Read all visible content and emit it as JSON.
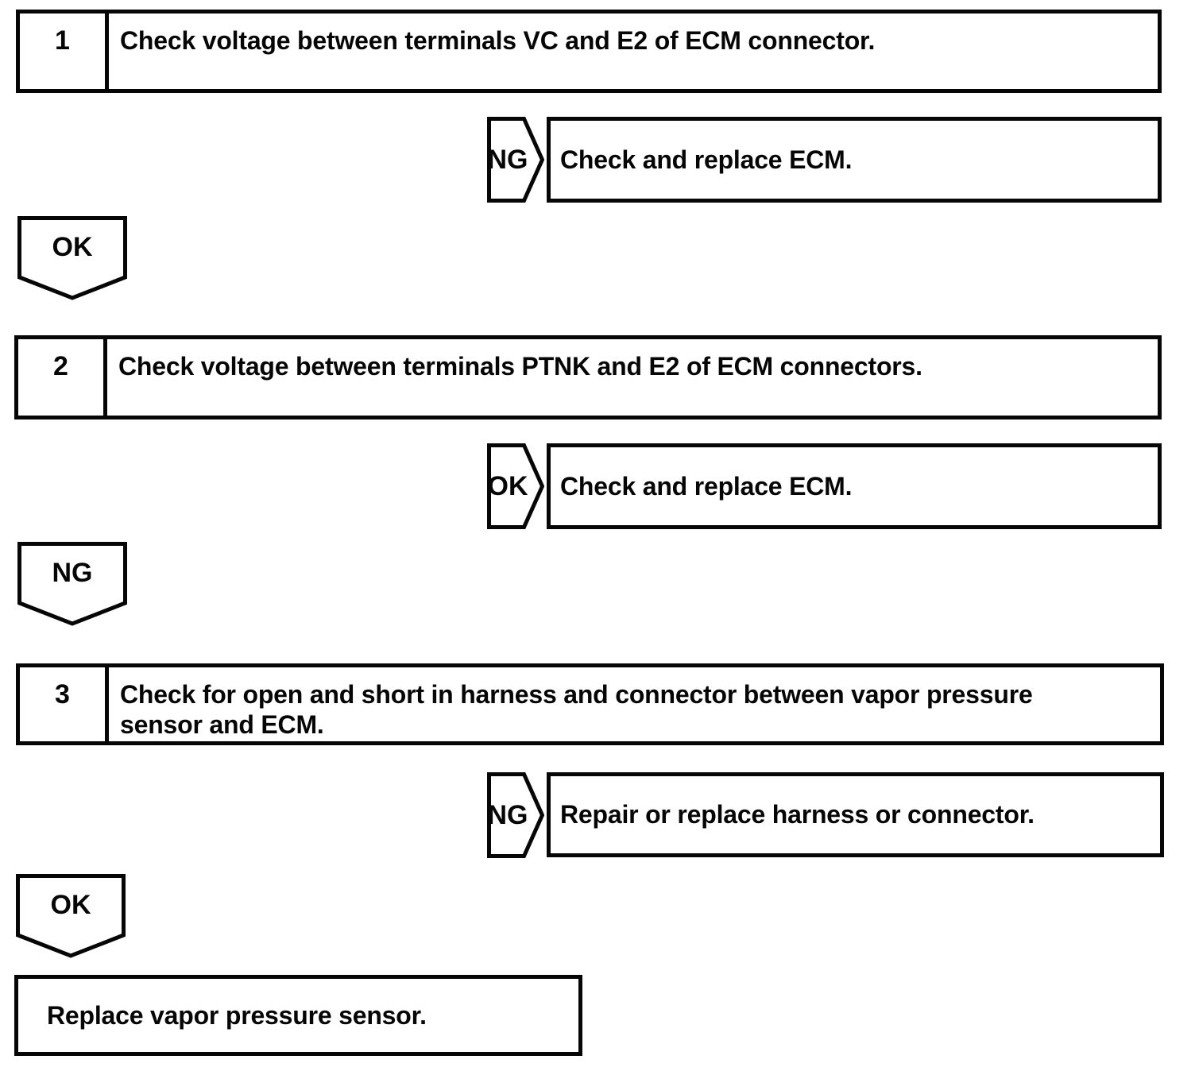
{
  "colors": {
    "ink": "#060606",
    "background": "#ffffff"
  },
  "flowchart": {
    "steps": [
      {
        "number": "1",
        "instruction": "Check voltage between terminals VC and E2 of ECM connector.",
        "branch": {
          "label": "NG",
          "result": "Check and replace ECM."
        },
        "continue": {
          "label": "OK"
        }
      },
      {
        "number": "2",
        "instruction": "Check voltage between terminals PTNK and E2 of ECM connectors.",
        "branch": {
          "label": "OK",
          "result": "Check and replace ECM."
        },
        "continue": {
          "label": "NG"
        }
      },
      {
        "number": "3",
        "instruction": "Check for open and short in harness and connector between vapor pressure\nsensor and ECM.",
        "branch": {
          "label": "NG",
          "result": "Repair or replace harness or connector."
        },
        "continue": {
          "label": "OK"
        }
      }
    ],
    "final_action": "Replace vapor pressure sensor."
  }
}
